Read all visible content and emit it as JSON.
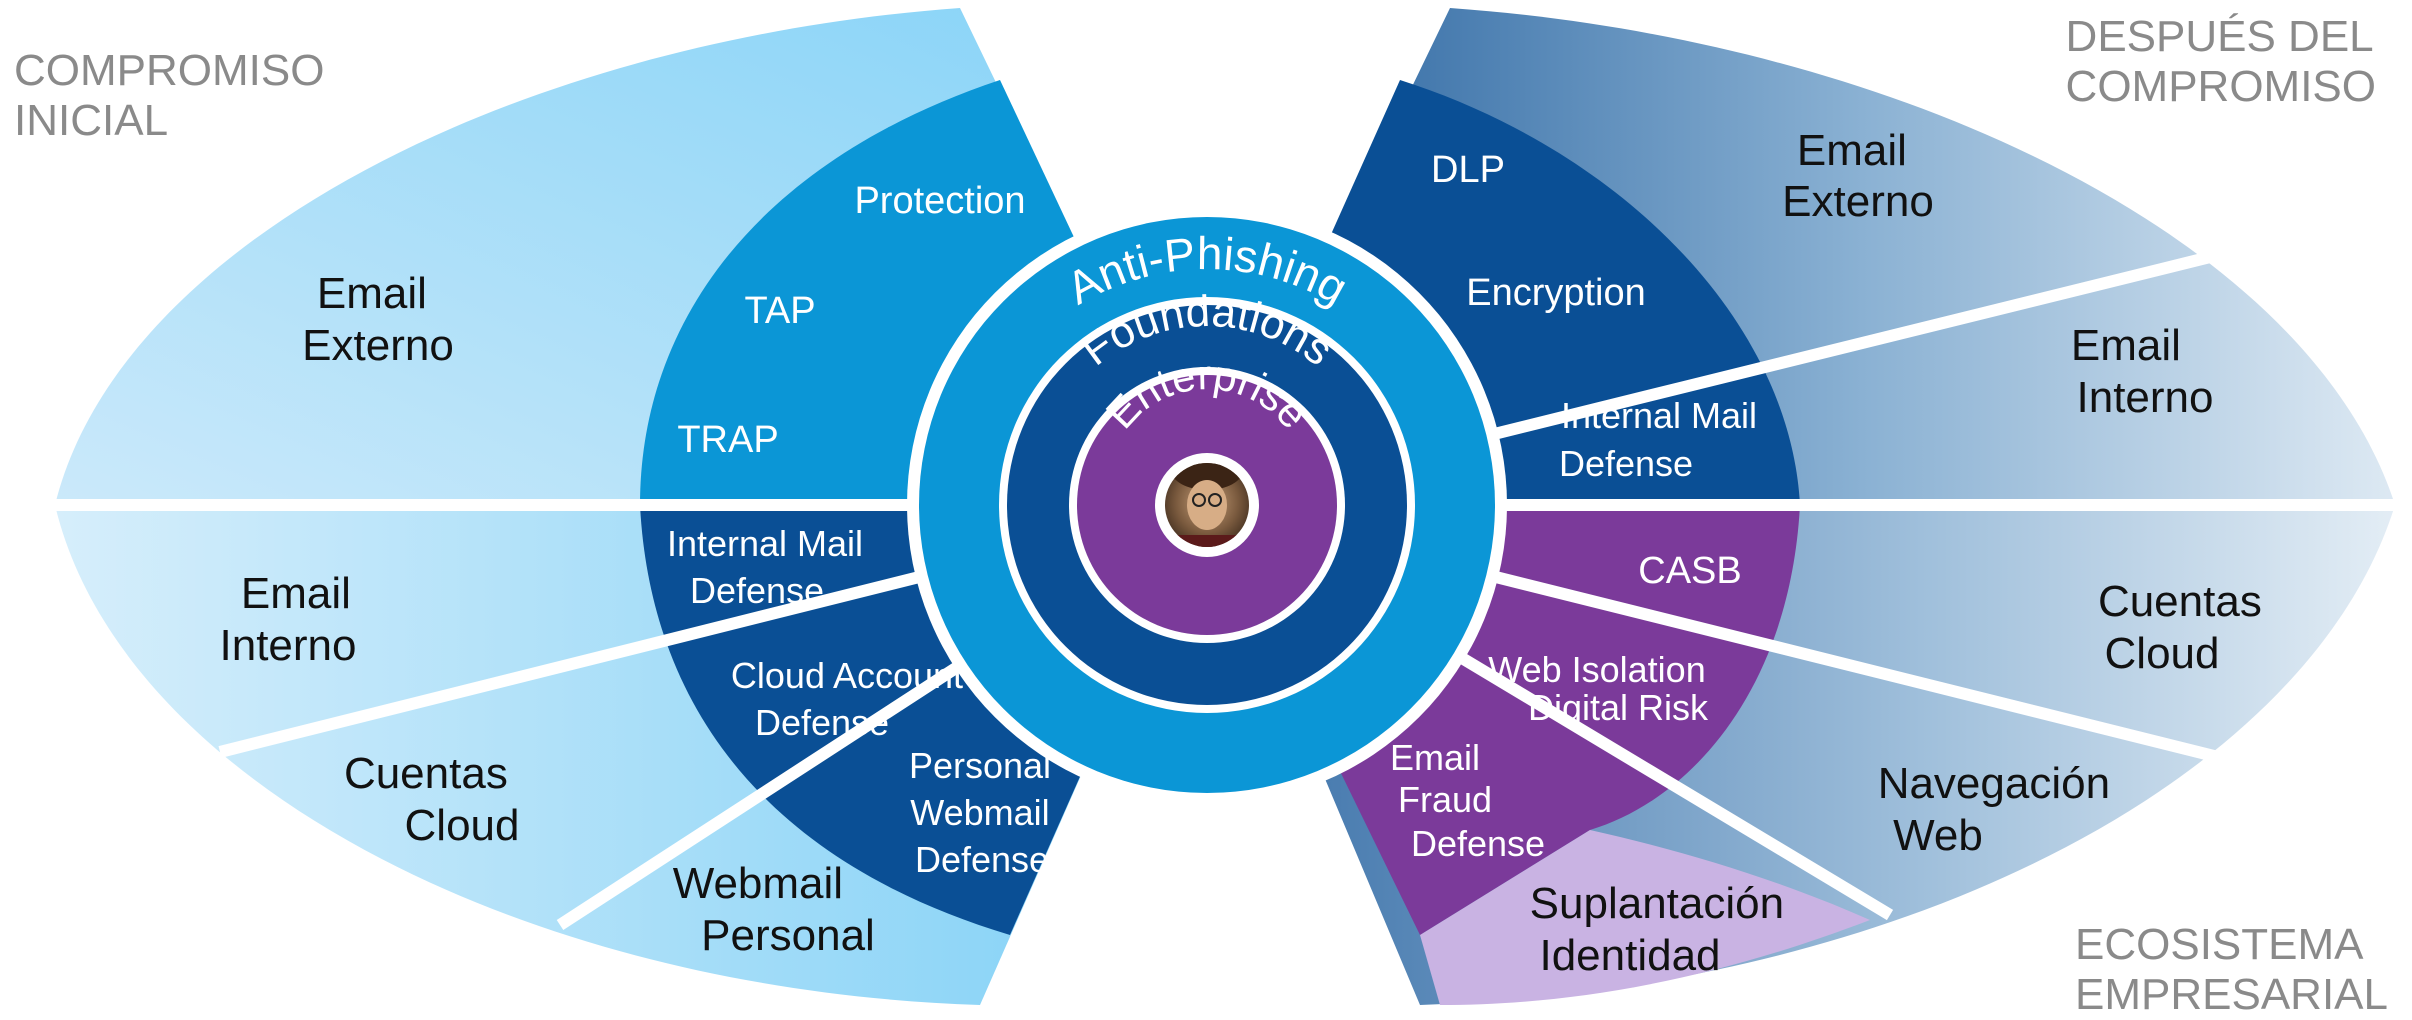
{
  "corners": {
    "top_left": [
      "COMPROMISO",
      "INICIAL"
    ],
    "top_right": [
      "DESPUÉS DEL",
      "COMPROMISO"
    ],
    "bottom_right": [
      "ECOSISTEMA",
      "EMPRESARIAL"
    ]
  },
  "rings": {
    "outer": "Anti-Phishing",
    "middle": "Foundations",
    "inner": "Enterprise"
  },
  "left": {
    "outer": {
      "email_externo": [
        "Email",
        "Externo"
      ],
      "email_interno": [
        "Email",
        "Interno"
      ],
      "cuentas_cloud": [
        "Cuentas",
        "Cloud"
      ],
      "webmail_personal": [
        "Webmail",
        "Personal"
      ]
    },
    "inner": {
      "protection": "Protection",
      "tap": "TAP",
      "trap": "TRAP",
      "internal_mail_defense": [
        "Internal Mail",
        "Defense"
      ],
      "cloud_account_defense": [
        "Cloud Account",
        "Defense"
      ],
      "personal_webmail_defense": [
        "Personal",
        "Webmail",
        "Defense"
      ]
    }
  },
  "right": {
    "outer": {
      "email_externo": [
        "Email",
        "Externo"
      ],
      "email_interno": [
        "Email",
        "Interno"
      ],
      "cuentas_cloud": [
        "Cuentas",
        "Cloud"
      ],
      "navegacion_web": [
        "Navegación",
        "Web"
      ],
      "suplantacion_identidad": [
        "Suplantación",
        "Identidad"
      ]
    },
    "inner": {
      "dlp": "DLP",
      "encryption": "Encryption",
      "internal_mail_defense": [
        "Internal Mail",
        "Defense"
      ],
      "casb": "CASB",
      "web_isolation_digital_risk": [
        "Web Isolation",
        "Digital Risk"
      ],
      "email_fraud_defense": [
        "Email",
        "Fraud",
        "Defense"
      ]
    }
  },
  "colors": {
    "light_blue": "#8fd3f5",
    "mid_blue": "#0b96d6",
    "dark_blue": "#0a4f95",
    "purple": "#7b3a9a",
    "lavender": "#c9b3e3",
    "gray_text": "#8a8a8a"
  },
  "center_image": "portrait-photo"
}
